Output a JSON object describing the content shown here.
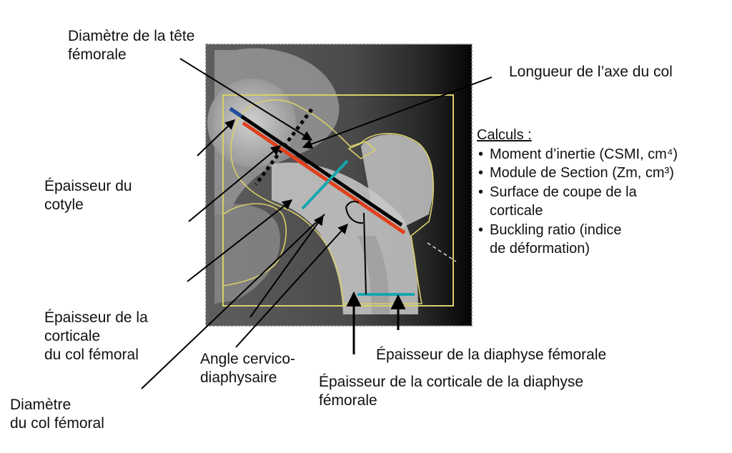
{
  "labels": {
    "head_diameter": [
      "Diamètre de la tête",
      "fémorale"
    ],
    "neck_axis_length": "Longueur de l’axe du col",
    "acetabulum_thickness": [
      "Épaisseur du",
      "cotyle"
    ],
    "neck_cortical_thickness": [
      "Épaisseur de la",
      "corticale",
      "du col fémoral"
    ],
    "neck_diameter": [
      "Diamètre",
      "du col fémoral"
    ],
    "cervico_diaphyseal_angle": [
      "Angle cervico-",
      "diaphysaire"
    ],
    "diaphysis_thickness": "Épaisseur de la diaphyse fémorale",
    "diaphysis_cortical_thickness": [
      "Épaisseur de la corticale de la diaphyse",
      "fémorale"
    ]
  },
  "calcs": {
    "title": "Calculs :",
    "items": [
      "Moment d’inertie (CSMI, cm⁴)",
      "Module de Section (Zm, cm³)",
      [
        "Surface de coupe de la",
        "corticale"
      ],
      [
        "Buckling ratio (indice",
        "de déformation)"
      ]
    ]
  },
  "colors": {
    "neck_axis_line": "#000000",
    "cortex_line": "#e0401c",
    "head_segment": "#1f4fa3",
    "diameter_lines": "#17a6ae",
    "roi_outline": "#d9cf6a"
  }
}
